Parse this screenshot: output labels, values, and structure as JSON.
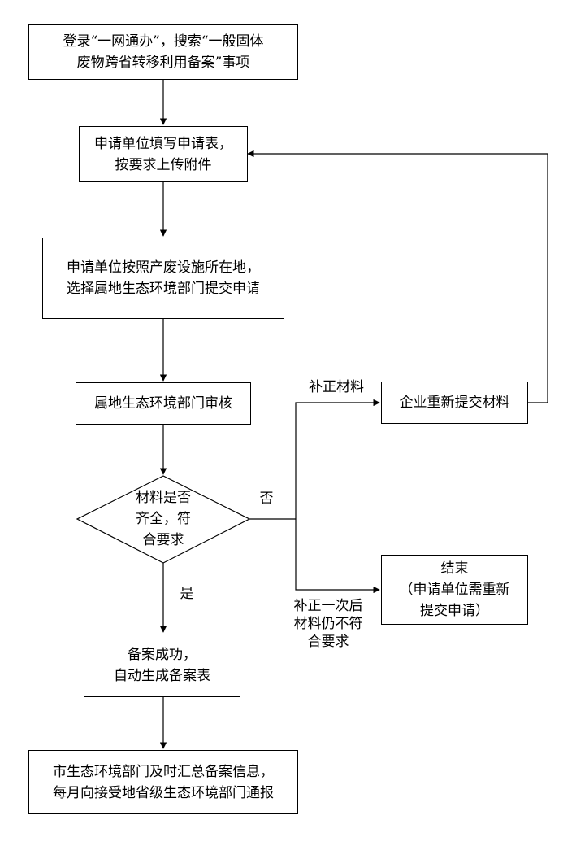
{
  "nodes": {
    "login": {
      "line1": "登录“一网通办”，搜索“一般固体",
      "line2": "废物跨省转移利用备案”事项"
    },
    "fill_form": {
      "line1": "申请单位填写申请表，",
      "line2": "按要求上传附件"
    },
    "submit": {
      "line1": "申请单位按照产废设施所在地，",
      "line2": "选择属地生态环境部门提交申请"
    },
    "review": {
      "line1": "属地生态环境部门审核"
    },
    "decision": {
      "line1": "材料是否",
      "line2": "齐全，符",
      "line3": "合要求"
    },
    "success": {
      "line1": "备案成功，",
      "line2": "自动生成备案表"
    },
    "report": {
      "line1": "市生态环境部门及时汇总备案信息，",
      "line2": "每月向接受地省级生态环境部门通报"
    },
    "resubmit": {
      "line1": "企业重新提交材料"
    },
    "end": {
      "line1": "结束",
      "line2": "（申请单位需重新",
      "line3": "提交申请）"
    }
  },
  "edges": {
    "yes_label": "是",
    "no_label": "否",
    "correct_label": "补正材料",
    "fail_label": {
      "line1": "补正一次后",
      "line2": "材料仍不符",
      "line3": "合要求"
    }
  }
}
